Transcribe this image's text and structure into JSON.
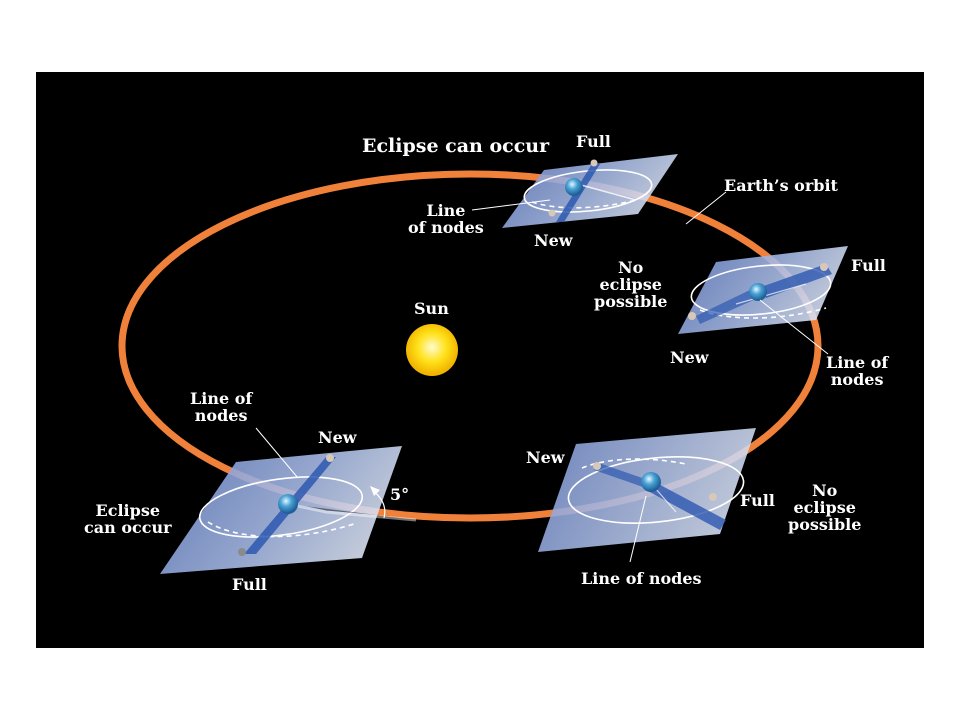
{
  "colors": {
    "background": "#000000",
    "orbit": "#f0813a",
    "sun": "#ffe21a",
    "plane": "#8fa8e0",
    "earth": "#4aa3d6",
    "shadow": "#2d58b0",
    "moon": "#d8c8b8",
    "label": "#ffffff"
  },
  "labels": {
    "top_title": "Eclipse can occur",
    "top_full": "Full",
    "top_new": "New",
    "top_line_of_nodes": "Line\nof nodes",
    "earths_orbit": "Earth’s orbit",
    "sun": "Sun",
    "right_no_eclipse": "No\neclipse\npossible",
    "right_full": "Full",
    "right_new": "New",
    "right_line_of_nodes": "Line of\nnodes",
    "left_line_of_nodes": "Line of\nnodes",
    "left_new": "New",
    "left_eclipse": "Eclipse\ncan occur",
    "left_full": "Full",
    "angle": "5°",
    "bottom_new": "New",
    "bottom_full": "Full",
    "bottom_no_eclipse": "No\neclipse\npossible",
    "bottom_line_of_nodes": "Line of nodes"
  }
}
